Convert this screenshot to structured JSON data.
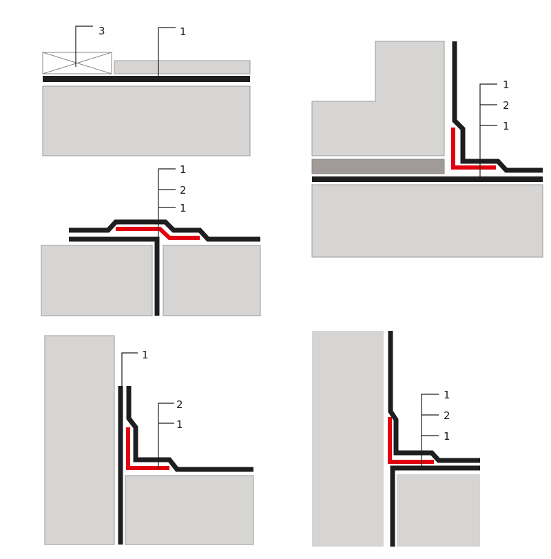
{
  "colors": {
    "membrane": "#1e1e20",
    "reinforcement": "#e2000f",
    "substrate": "#d6d5d4",
    "screed": "#a09a98"
  },
  "figures": [
    {
      "id": "flat-joint",
      "labels": [
        "3",
        "1"
      ]
    },
    {
      "id": "expansion-joint",
      "labels": [
        "1",
        "2",
        "1"
      ]
    },
    {
      "id": "wall-floor-upstand",
      "labels": [
        "1",
        "2",
        "1"
      ]
    },
    {
      "id": "wall-gap-connection",
      "labels": [
        "1",
        "2",
        "1"
      ]
    },
    {
      "id": "wall-corner-connection",
      "labels": [
        "1",
        "2",
        "1"
      ]
    }
  ]
}
